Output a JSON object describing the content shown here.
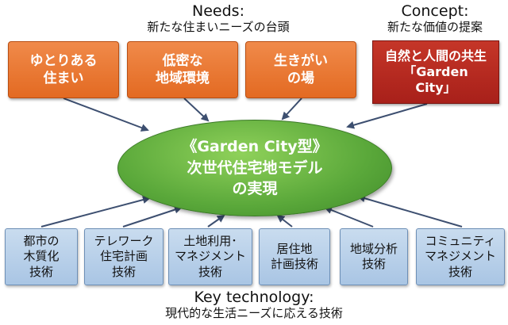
{
  "needs_header": {
    "en": "Needs:",
    "jp": "新たな住まいニーズの台頭"
  },
  "concept_header": {
    "en": "Concept:",
    "jp": "新たな価値の提案"
  },
  "needs": [
    {
      "label": "ゆとりある\n住まい"
    },
    {
      "label": "低密な\n地域環境"
    },
    {
      "label": "生きがい\nの場"
    }
  ],
  "concept": {
    "label": "自然と人間の共生\n「Garden\nCity」"
  },
  "center": {
    "line1": "《Garden City型》",
    "line2": "次世代住宅地モデル",
    "line3": "の実現"
  },
  "technologies": [
    {
      "label": "都市の\n木質化\n技術"
    },
    {
      "label": "テレワーク\n住宅計画\n技術"
    },
    {
      "label": "土地利用･\nマネジメント\n技術"
    },
    {
      "label": "居住地\n計画技術"
    },
    {
      "label": "地域分析\n技術"
    },
    {
      "label": "コミュニティ\nマネジメント\n技術"
    }
  ],
  "tech_header": {
    "en": "Key technology:",
    "jp": "現代的な生活ニーズに応える技術"
  },
  "colors": {
    "need_box": "#e8772f",
    "concept_box": "#b52a20",
    "tech_box": "#b9d1ea",
    "center_ellipse": "#5aa83a",
    "arrow": "#3d4f70"
  }
}
